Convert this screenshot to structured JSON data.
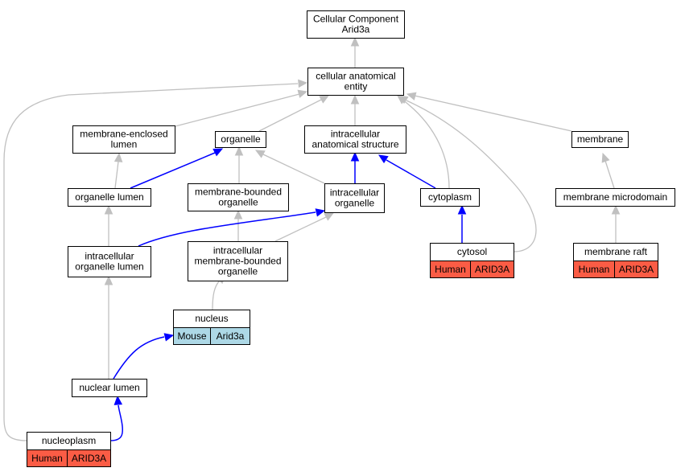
{
  "colors": {
    "human": "#fb5c45",
    "mouse": "#add8e6",
    "is_a_edge": "#c0c0c0",
    "part_of_edge": "#0000ff"
  },
  "nodes": {
    "root": {
      "lines": [
        "Cellular Component",
        "Arid3a"
      ]
    },
    "cae": {
      "lines": [
        "cellular anatomical",
        "entity"
      ]
    },
    "mel": {
      "lines": [
        "membrane-enclosed",
        "lumen"
      ]
    },
    "organelle": {
      "lines": [
        "organelle"
      ]
    },
    "ias": {
      "lines": [
        "intracellular",
        "anatomical structure"
      ]
    },
    "membrane": {
      "lines": [
        "membrane"
      ]
    },
    "orglumen": {
      "lines": [
        "organelle lumen"
      ]
    },
    "mbo": {
      "lines": [
        "membrane-bounded",
        "organelle"
      ]
    },
    "intorg": {
      "lines": [
        "intracellular",
        "organelle"
      ]
    },
    "cytoplasm": {
      "lines": [
        "cytoplasm"
      ]
    },
    "memmicro": {
      "lines": [
        "membrane microdomain"
      ]
    },
    "iol": {
      "lines": [
        "intracellular",
        "organelle lumen"
      ]
    },
    "imbo": {
      "lines": [
        "intracellular",
        "membrane-bounded",
        "organelle"
      ]
    },
    "cytosol": {
      "lines": [
        "cytosol"
      ],
      "annotation": {
        "species": "Human",
        "gene": "ARID3A"
      }
    },
    "memraft": {
      "lines": [
        "membrane raft"
      ],
      "annotation": {
        "species": "Human",
        "gene": "ARID3A"
      }
    },
    "nucleus": {
      "lines": [
        "nucleus"
      ],
      "annotation": {
        "species": "Mouse",
        "gene": "Arid3a"
      }
    },
    "nuclumen": {
      "lines": [
        "nuclear lumen"
      ]
    },
    "nucleoplasm": {
      "lines": [
        "nucleoplasm"
      ],
      "annotation": {
        "species": "Human",
        "gene": "ARID3A"
      }
    }
  }
}
